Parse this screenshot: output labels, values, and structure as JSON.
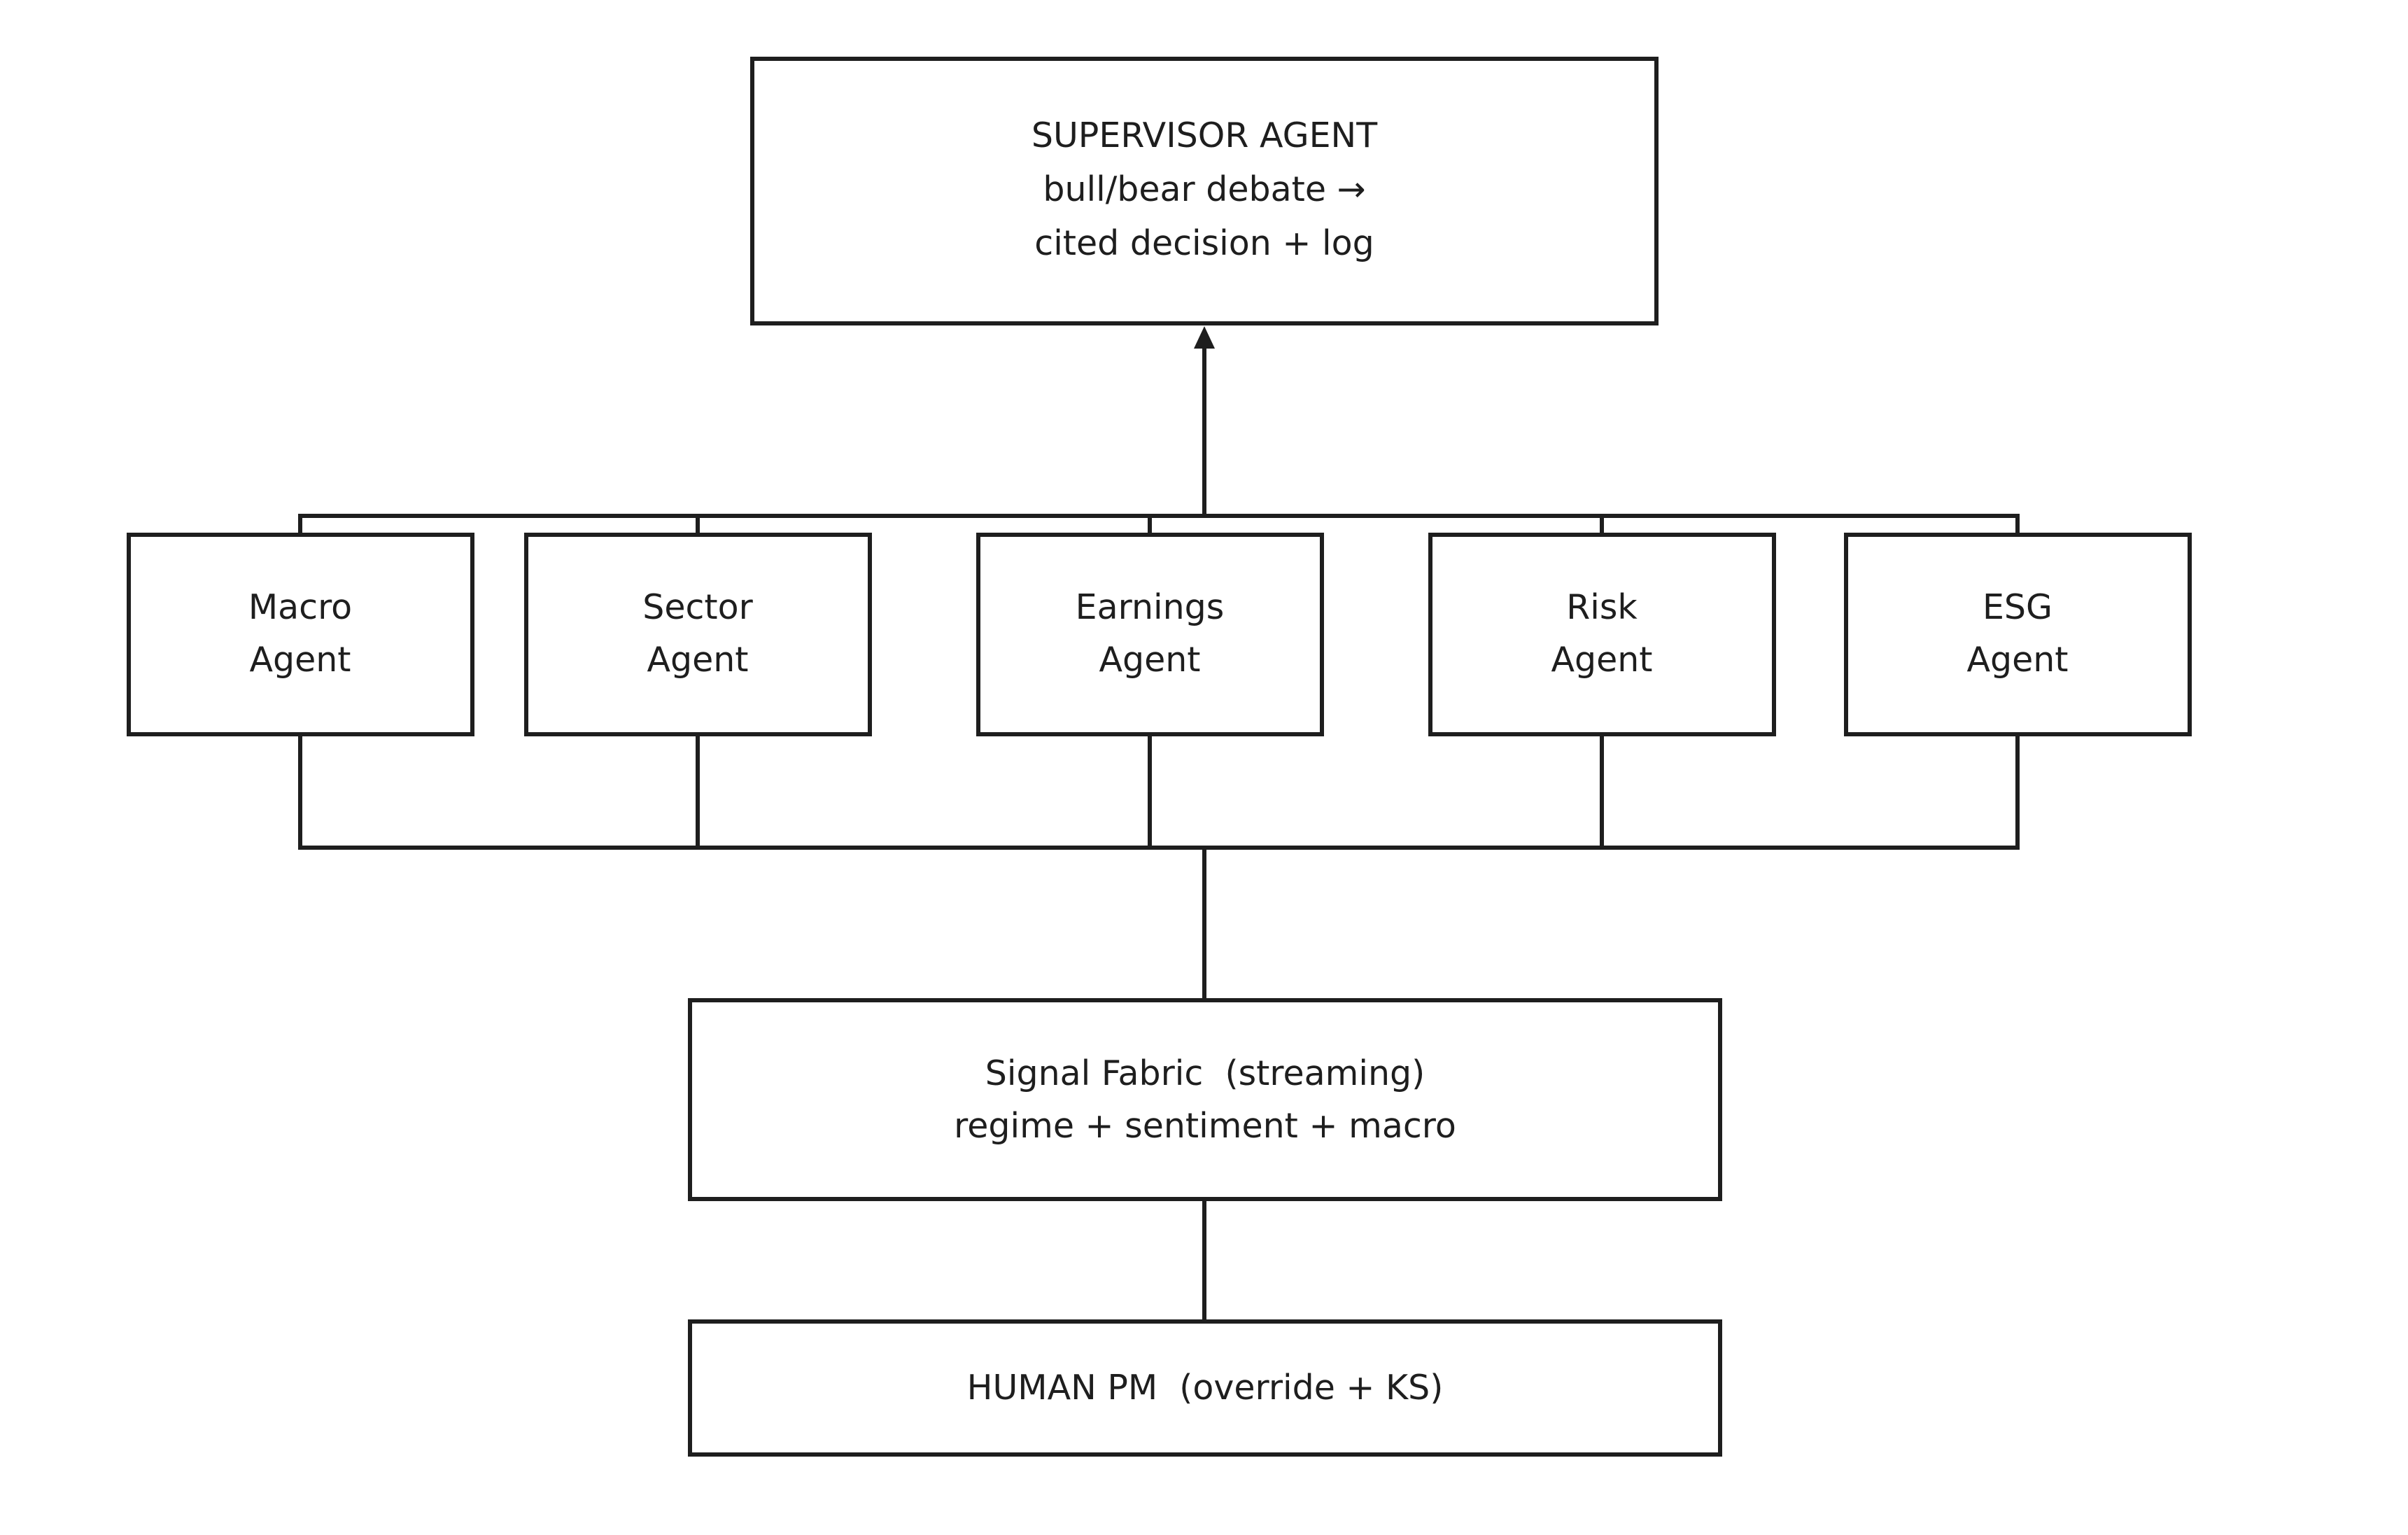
{
  "nodes": {
    "supervisor": {
      "lines": [
        "SUPERVISOR AGENT",
        "bull/bear debate →",
        "cited decision + log"
      ]
    },
    "macro": {
      "lines": [
        "Macro",
        "Agent"
      ]
    },
    "sector": {
      "lines": [
        "Sector",
        "Agent"
      ]
    },
    "earnings": {
      "lines": [
        "Earnings",
        "Agent"
      ]
    },
    "risk": {
      "lines": [
        "Risk",
        "Agent"
      ]
    },
    "esg": {
      "lines": [
        "ESG",
        "Agent"
      ]
    },
    "signal_fabric": {
      "lines": [
        "Signal Fabric  (streaming)",
        "regime + sentiment + macro"
      ]
    },
    "human_pm": {
      "lines": [
        "HUMAN PM  (override + KS)"
      ]
    }
  },
  "colors": {
    "stroke": "#1e1e1e",
    "background": "#ffffff"
  }
}
